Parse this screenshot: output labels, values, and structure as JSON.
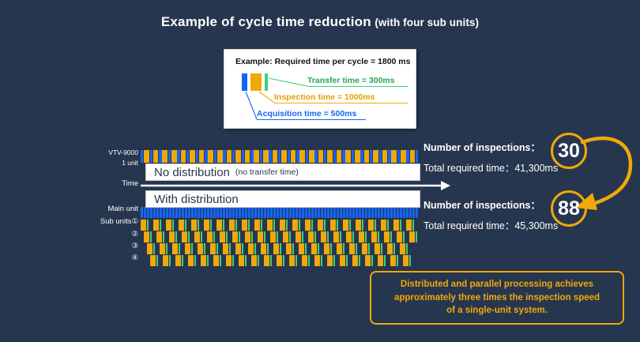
{
  "title": {
    "main": "Example of cycle time reduction",
    "sub": "(with four sub units)"
  },
  "legend": {
    "heading": "Example: Required time per cycle = 1800 ms",
    "items": [
      {
        "label": "Transfer time = 300ms",
        "color": "#1faa55",
        "rule_color": "#3ecf78",
        "ms": 300
      },
      {
        "label": "Inspection time = 1000ms",
        "color": "#e2a000",
        "rule_color": "#f0a80a",
        "ms": 1000
      },
      {
        "label": "Acquisition time = 500ms",
        "color": "#1565f5",
        "rule_color": "#1565f5",
        "ms": 500
      }
    ],
    "sample_segments": [
      {
        "name": "acquisition",
        "color": "#1565f5"
      },
      {
        "name": "inspection",
        "color": "#f0a80a"
      },
      {
        "name": "transfer",
        "color": "#3ecf78"
      }
    ]
  },
  "axis_labels": {
    "device": "VTV-9000",
    "device_unit": "1 unit",
    "time": "Time",
    "main_unit": "Main unit",
    "sub_units": "Sub units①",
    "sub_2": "②",
    "sub_3": "③",
    "sub_4": "④"
  },
  "banners": {
    "no_distribution": {
      "big": "No distribution",
      "small": "(no transfer time)"
    },
    "with_distribution": {
      "big": "With distribution",
      "small": ""
    }
  },
  "stats": [
    {
      "inspections_label": "Number of inspections：",
      "inspections": "30",
      "time_label": "Total required time：41,300ms"
    },
    {
      "inspections_label": "Number of inspections：",
      "inspections": "88",
      "time_label": "Total required time：45,300ms"
    }
  ],
  "callout": {
    "text": "Distributed and parallel processing achieves\napproximately three times the inspection speed\nof a single-unit system."
  },
  "colors": {
    "background": "#27364f",
    "acquisition": "#1565f5",
    "inspection": "#f0a80a",
    "transfer": "#3ecf78",
    "accent": "#f0a80a",
    "text": "#ffffff",
    "panel": "#ffffff"
  },
  "chart_data": {
    "type": "bar",
    "title": "Example of cycle time reduction",
    "xlabel": "Time",
    "ylabel": "",
    "grid": false,
    "legend_position": "top",
    "cycle_ms": 1800,
    "segment_ms": {
      "acquisition": 500,
      "inspection": 1000,
      "transfer": 300
    },
    "series": [
      {
        "name": "VTV-9000 1 unit (no distribution)",
        "row": "no_distribution",
        "segments": [
          "acquisition",
          "inspection"
        ],
        "cycles": 30,
        "total_required_time_ms": 41300,
        "inspections": 30
      },
      {
        "name": "Main unit (with distribution)",
        "row": "main_unit",
        "segments": [
          "acquisition"
        ],
        "cycles": 88
      },
      {
        "name": "Sub unit ①",
        "row": "sub_1",
        "segments": [
          "inspection",
          "transfer"
        ],
        "cycles": 22,
        "offset_index": 0
      },
      {
        "name": "Sub unit ②",
        "row": "sub_2",
        "segments": [
          "inspection",
          "transfer"
        ],
        "cycles": 22,
        "offset_index": 1
      },
      {
        "name": "Sub unit ③",
        "row": "sub_3",
        "segments": [
          "inspection",
          "transfer"
        ],
        "cycles": 22,
        "offset_index": 2
      },
      {
        "name": "Sub unit ④",
        "row": "sub_4",
        "segments": [
          "inspection",
          "transfer"
        ],
        "cycles": 22,
        "offset_index": 3
      }
    ],
    "totals": [
      {
        "scenario": "No distribution",
        "inspections": 30,
        "total_required_time_ms": 41300
      },
      {
        "scenario": "With distribution",
        "inspections": 88,
        "total_required_time_ms": 45300
      }
    ]
  }
}
